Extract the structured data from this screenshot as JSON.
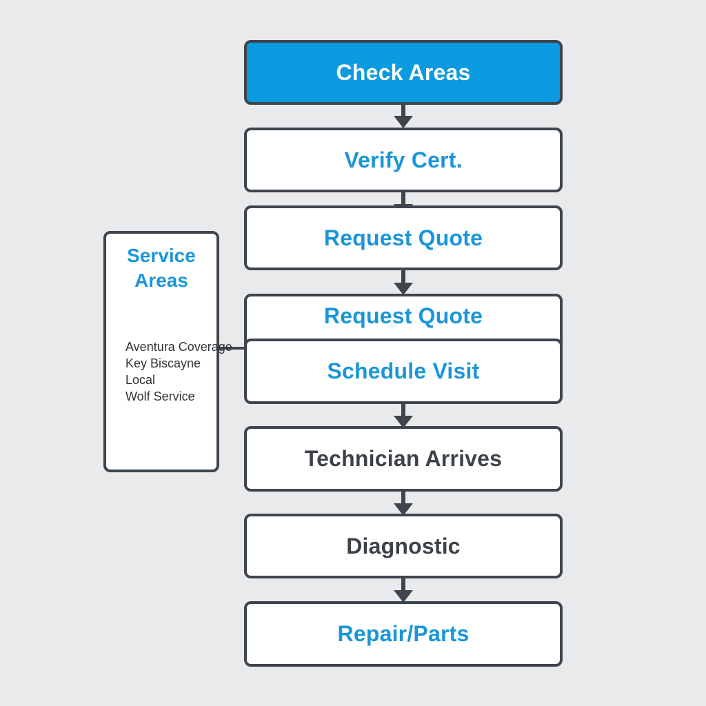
{
  "steps": [
    {
      "id": "check-areas",
      "label": "Check Areas"
    },
    {
      "id": "verify-cert",
      "label": "Verify Cert."
    },
    {
      "id": "request-quote-1",
      "label": "Request Quote"
    },
    {
      "id": "request-quote-2",
      "label": "Request Quote"
    },
    {
      "id": "schedule-visit",
      "label": "Schedule Visit"
    },
    {
      "id": "technician-arrives",
      "label": "Technician Arrives"
    },
    {
      "id": "diagnostic",
      "label": "Diagnostic"
    },
    {
      "id": "repair-parts",
      "label": "Repair/Parts"
    }
  ],
  "side_panel": {
    "title_line1": "Service",
    "title_line2": "Areas",
    "items": [
      "Aventura Coverage",
      "Key Biscayne",
      "Local",
      "Wolf Service"
    ]
  },
  "colors": {
    "accent": "#0a9ae0",
    "accent_text": "#1a96d8",
    "dark_text": "#3d4248",
    "border": "#3f454c",
    "background": "#e9eaeb"
  }
}
